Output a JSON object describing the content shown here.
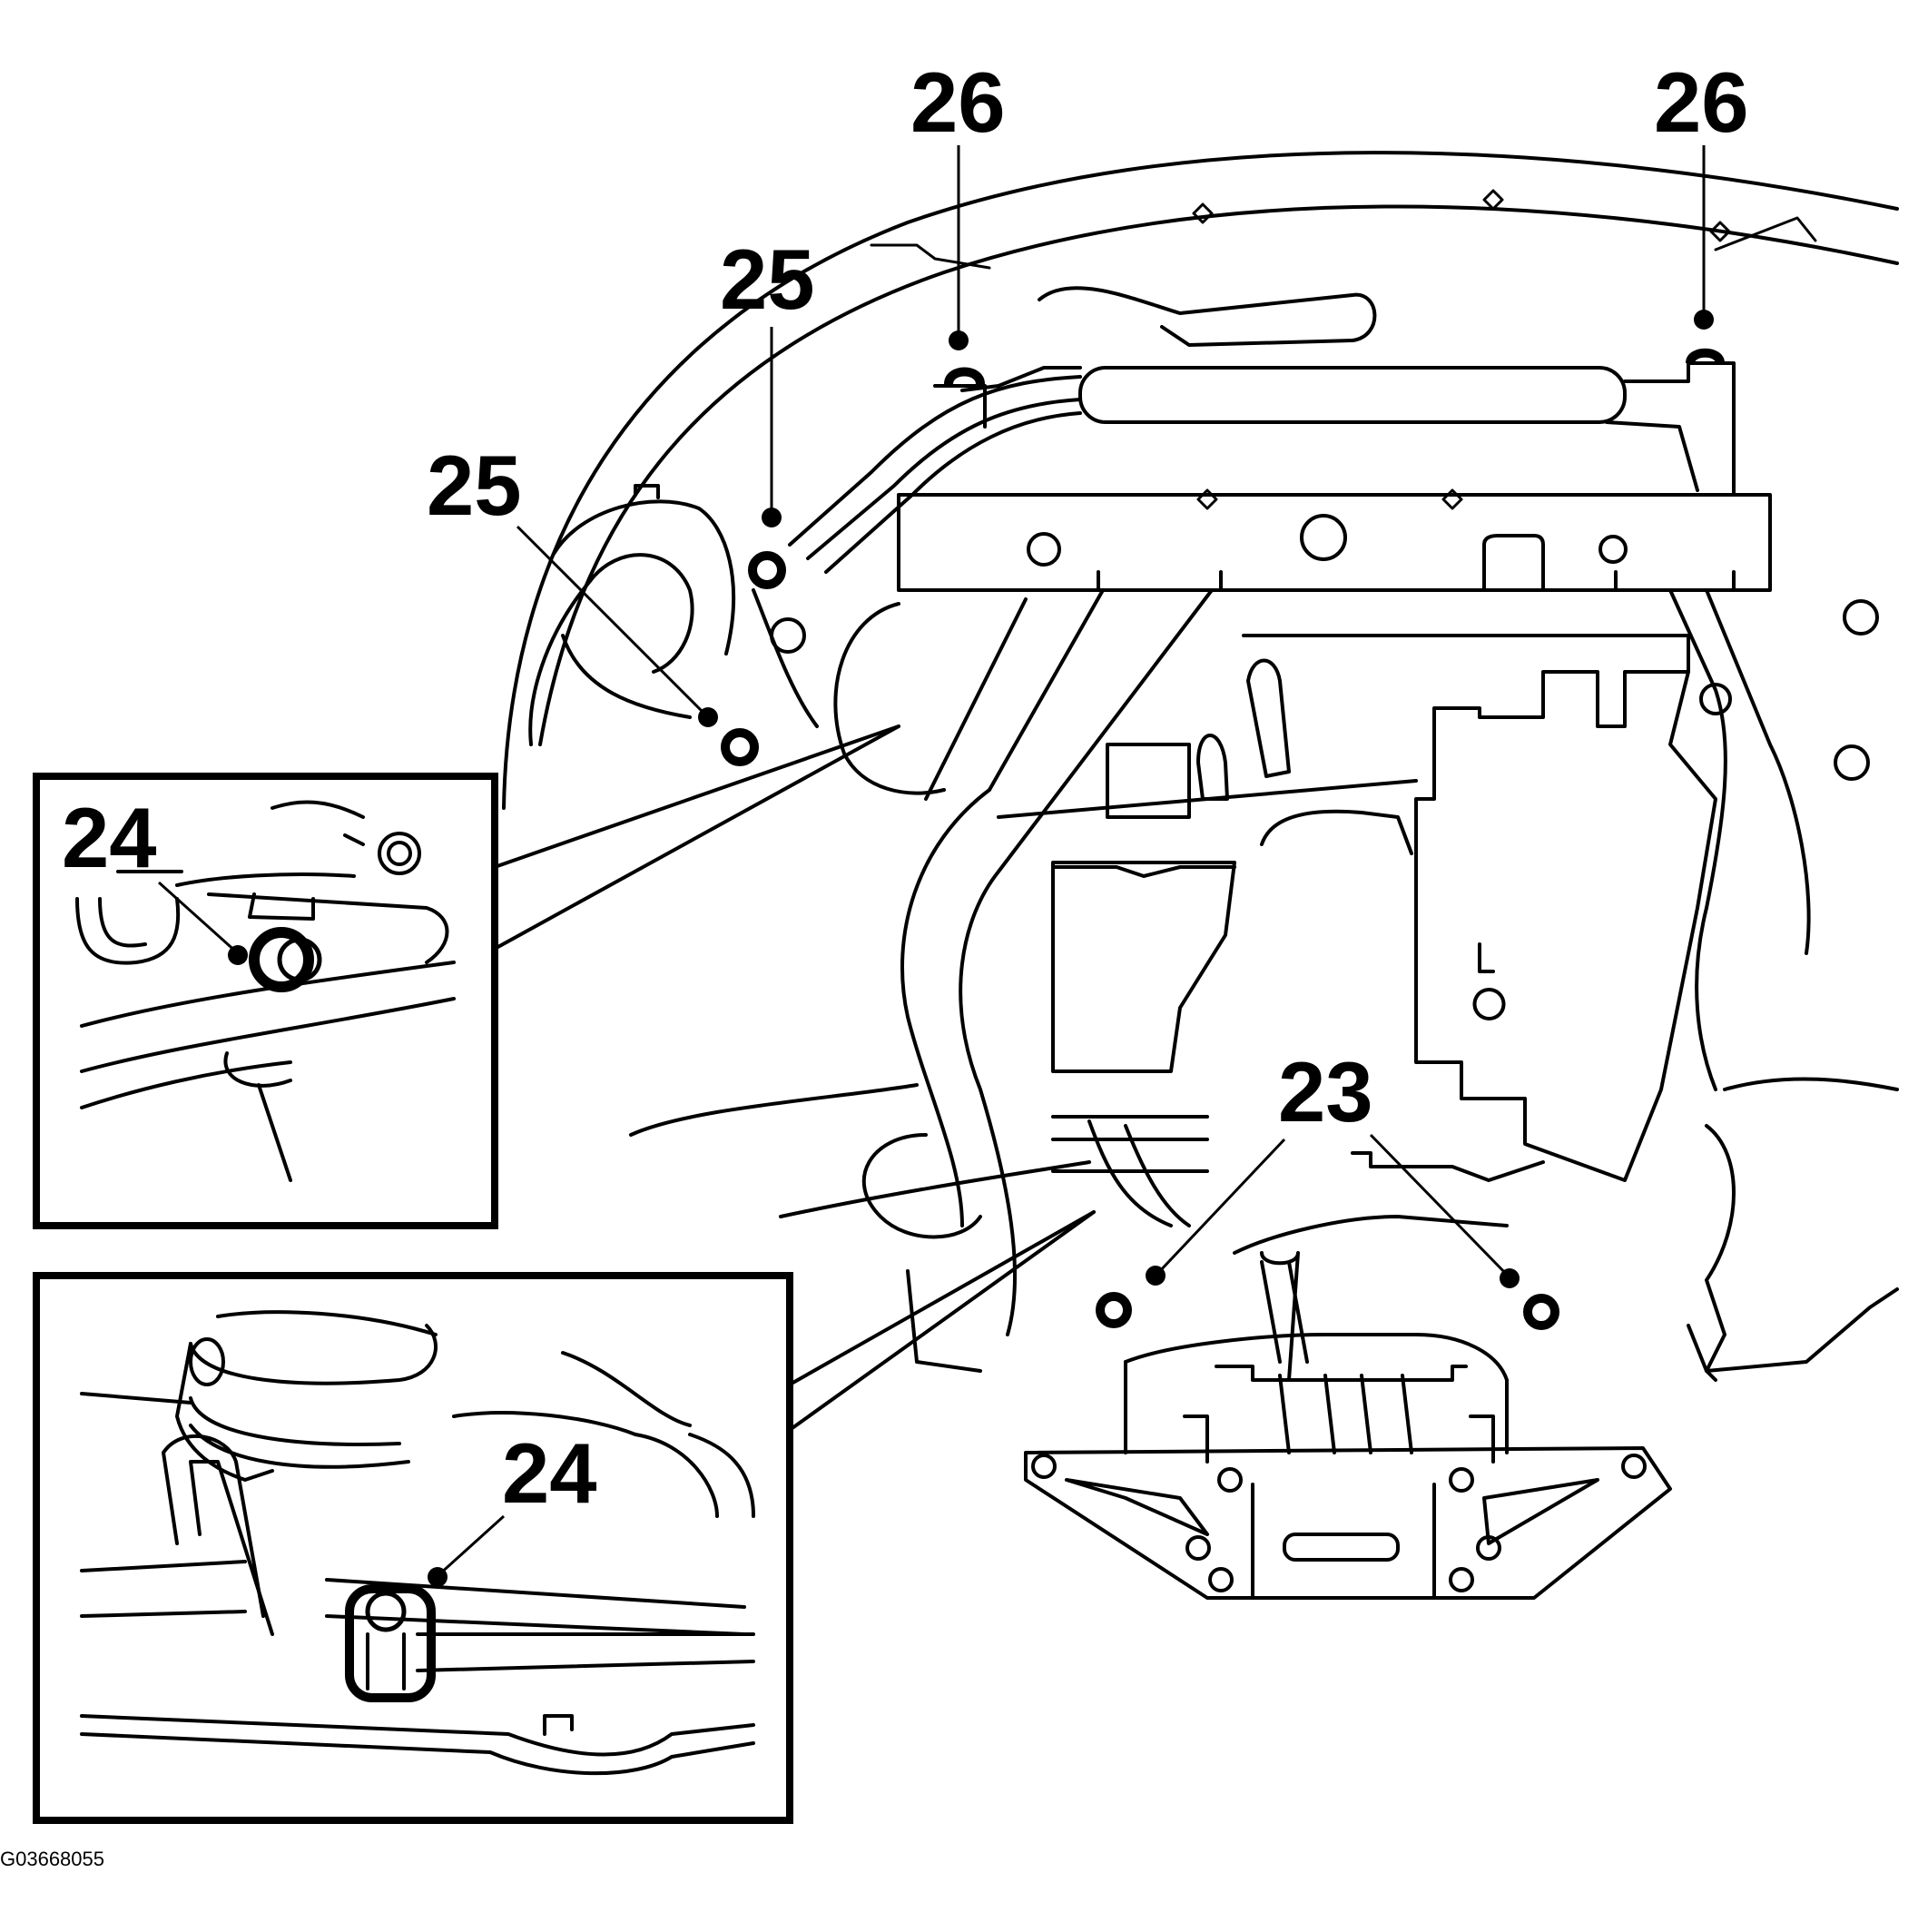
{
  "callouts": [
    {
      "id": "26a",
      "label": "26"
    },
    {
      "id": "26b",
      "label": "26"
    },
    {
      "id": "25a",
      "label": "25"
    },
    {
      "id": "25b",
      "label": "25"
    },
    {
      "id": "24a",
      "label": "24"
    },
    {
      "id": "24b",
      "label": "24"
    },
    {
      "id": "23",
      "label": "23"
    }
  ],
  "figure_code": "G03668055"
}
